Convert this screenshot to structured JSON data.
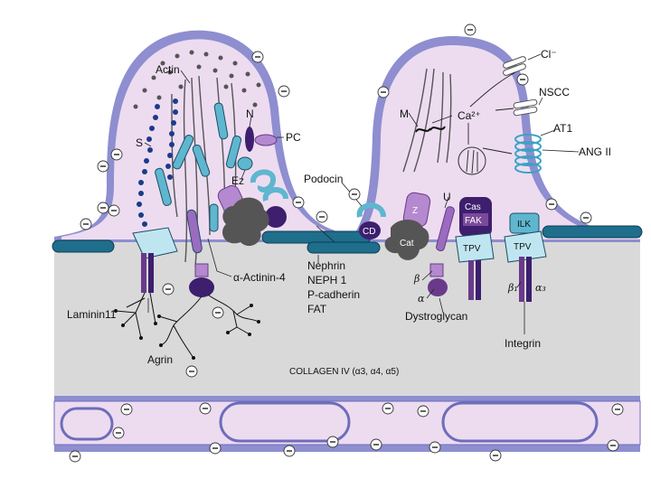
{
  "labels": {
    "actin": "Actin",
    "s": "S",
    "n": "N",
    "pc": "PC",
    "ez": "Ez",
    "podocin": "Podocin",
    "cd": "CD",
    "z": "Z",
    "cat": "Cat",
    "u": "U",
    "cas": "Cas",
    "fak": "FAK",
    "ilk": "ILK",
    "tpv": "TPV",
    "m": "M",
    "cl": "Cl⁻",
    "nscc": "NSCC",
    "ca": "Ca²⁺",
    "at1": "AT1",
    "ang": "ANG II",
    "actinin": "α-Actinin-4",
    "laminin": "Laminin11",
    "agrin": "Agrin",
    "nephrin_group": [
      "Nephrin",
      "NEPH 1",
      "P-cadherin",
      "FAT"
    ],
    "beta": "β",
    "alpha": "α",
    "dystroglycan": "Dystroglycan",
    "beta1": "β₁",
    "alpha3": "α₃",
    "integrin": "Integrin",
    "collagen": "COLLAGEN IV (α3, α4, α5)",
    "minus": "⊖"
  },
  "colors": {
    "membrane": "#8e8ed0",
    "cytoplasm": "#eddcf0",
    "gbm": "#d9d9d9",
    "slit_rod": "#1e6e8c",
    "teal": "#5fb6cf",
    "purple": "#7a4a9a",
    "dark_purple": "#3d1f6e",
    "grey_block": "#555555"
  }
}
